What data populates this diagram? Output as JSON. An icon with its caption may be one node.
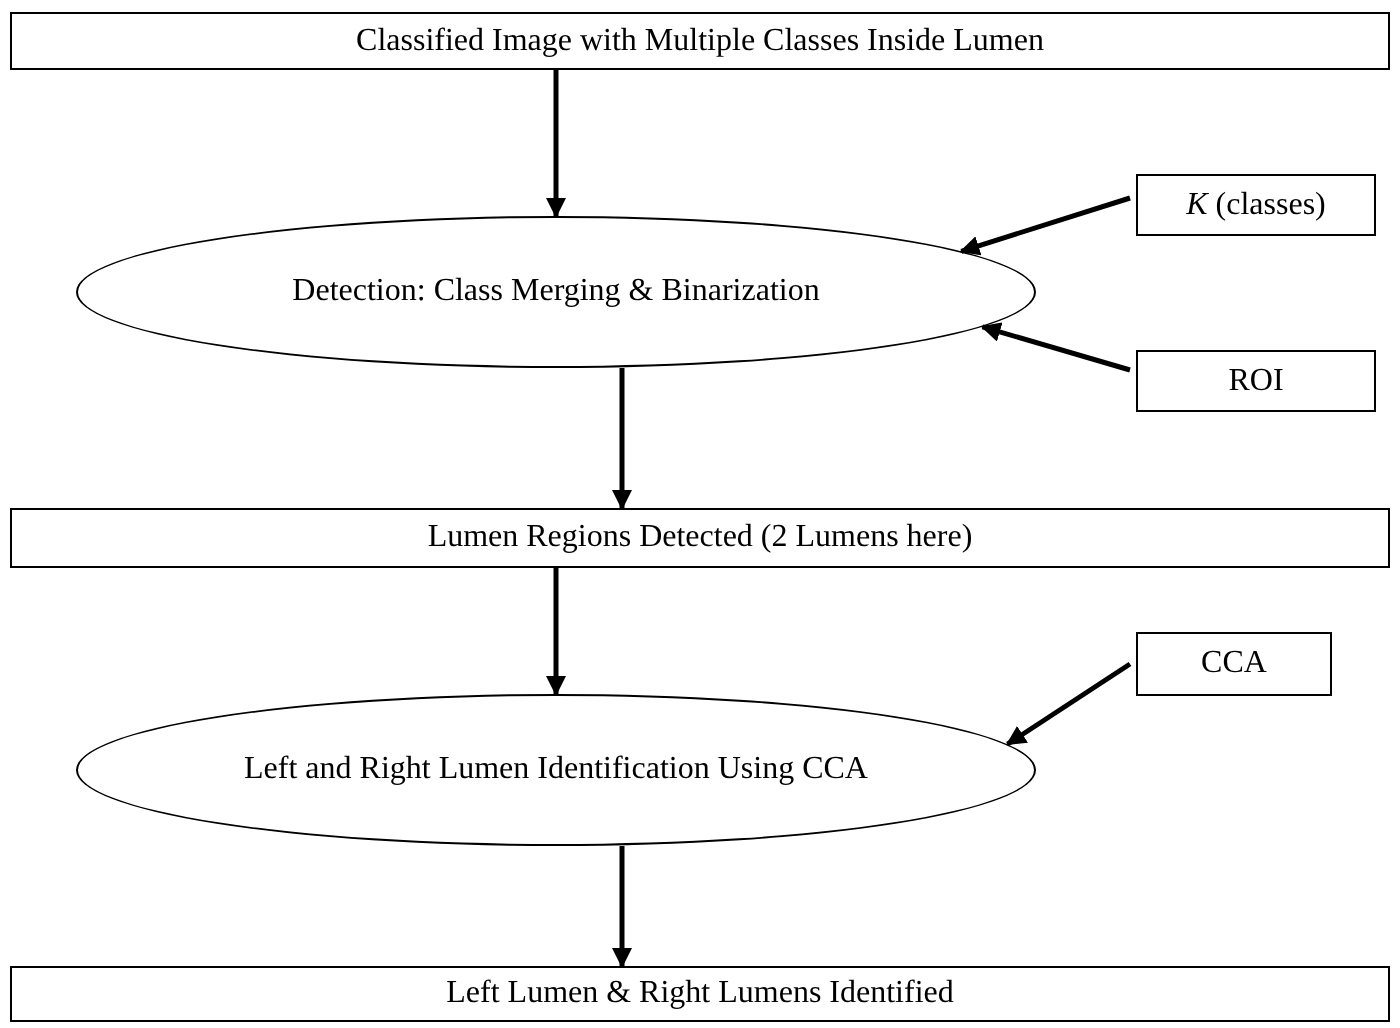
{
  "diagram": {
    "nodes": [
      {
        "text": [
          "Classified Image with Multiple Classes Inside Lumen"
        ]
      },
      {
        "text": [
          "Detection: Class Merging & Binarization"
        ]
      },
      {
        "text": [
          "*K* (classes)"
        ]
      },
      {
        "text": [
          "ROI"
        ]
      },
      {
        "text": [
          "Lumen Regions Detected (2 Lumens here)"
        ]
      },
      {
        "text": [
          "CCA"
        ]
      },
      {
        "text": [
          "Left and Right Lumen Identification Using CCA"
        ]
      },
      {
        "text": [
          "Left Lumen & Right Lumens Identified"
        ]
      }
    ],
    "edges": [
      {
        "from": 0,
        "to": 1,
        "arrow": "to"
      },
      {
        "from": 2,
        "to": 1,
        "arrow": "to"
      },
      {
        "from": 3,
        "to": 1,
        "arrow": "to"
      },
      {
        "from": 1,
        "to": 4,
        "arrow": "to"
      },
      {
        "from": 4,
        "to": 6,
        "arrow": "to"
      },
      {
        "from": 5,
        "to": 6,
        "arrow": "to"
      },
      {
        "from": 6,
        "to": 7,
        "arrow": "to"
      }
    ]
  }
}
